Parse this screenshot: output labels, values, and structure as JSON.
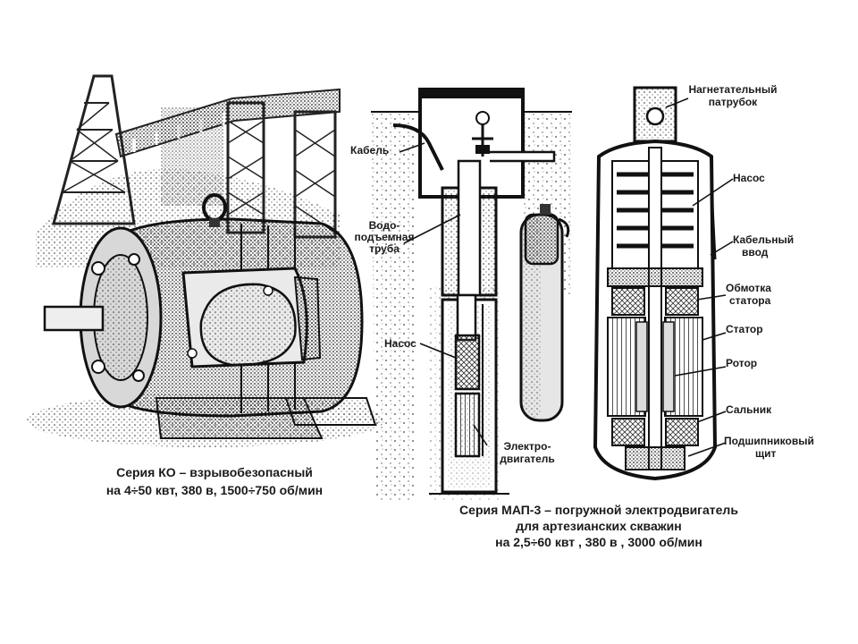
{
  "left_panel": {
    "caption_line1": "Серия КО – взрывобезопасный",
    "caption_line2": "на 4÷50 квт, 380 в, 1500÷750 об/мин"
  },
  "middle_panel": {
    "labels": {
      "cable": "Кабель",
      "pipe_line1": "Водо-",
      "pipe_line2": "подъемная",
      "pipe_line3": "труба",
      "pump": "Насос",
      "motor_line1": "Электро-",
      "motor_line2": "двигатель"
    }
  },
  "right_panel": {
    "labels": {
      "outlet_line1": "Нагнетательный",
      "outlet_line2": "патрубок",
      "pump": "Насос",
      "cable_entry_line1": "Кабельный",
      "cable_entry_line2": "ввод",
      "winding_line1": "Обмотка",
      "winding_line2": "статора",
      "stator": "Статор",
      "rotor": "Ротор",
      "seal": "Сальник",
      "bearing_line1": "Подшипниковый",
      "bearing_line2": "щит"
    }
  },
  "bottom_caption": {
    "line1": "Серия МАП-3 – погружной электродвигатель",
    "line2": "для артезианских скважин",
    "line3": "на 2,5÷60 квт , 380 в , 3000 об/мин"
  }
}
